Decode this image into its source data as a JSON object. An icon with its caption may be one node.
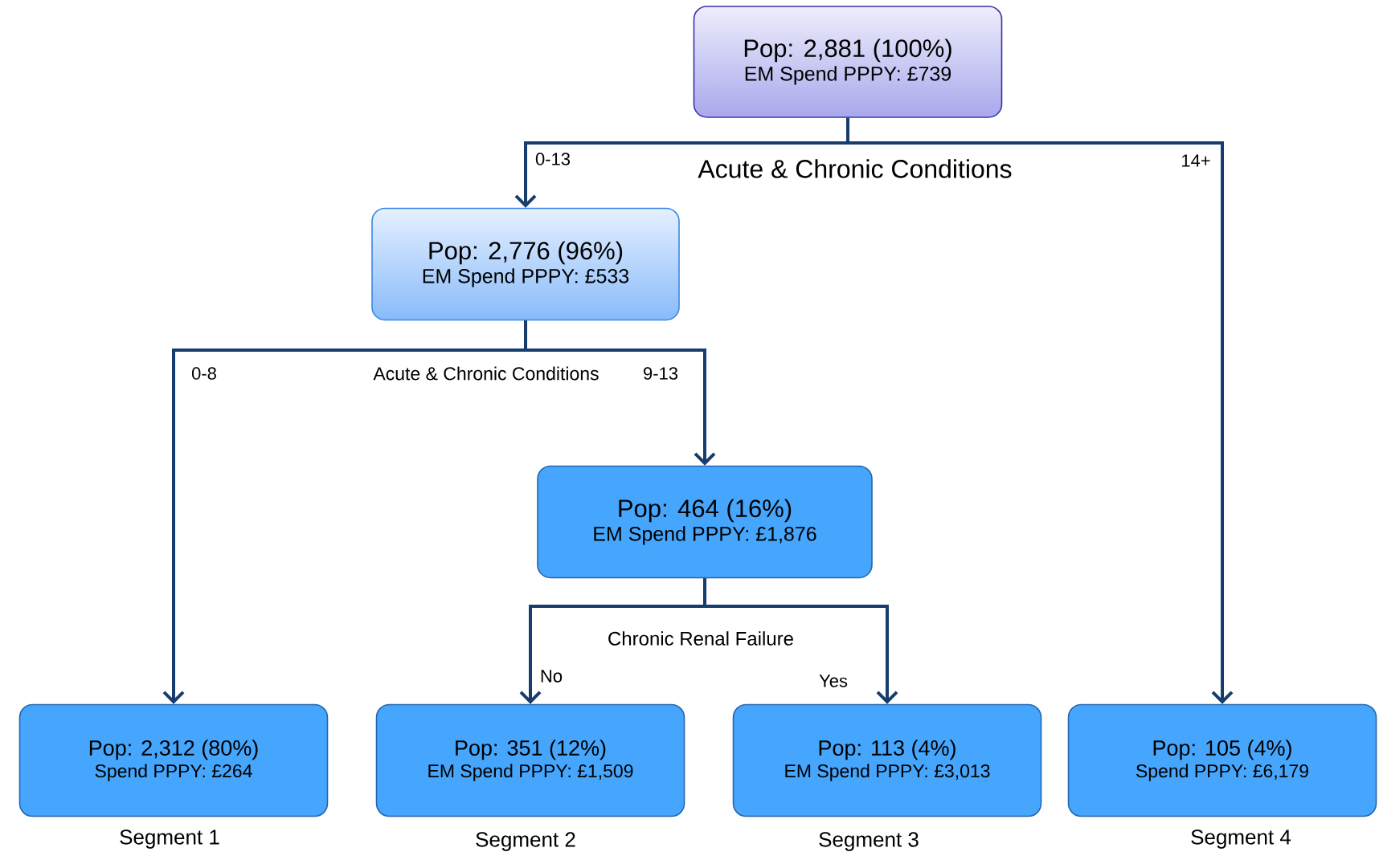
{
  "diagram": {
    "nodes": [
      {
        "text": [
          "Pop: 2,881 (100%)",
          "EM Spend PPPY: £739"
        ]
      },
      {
        "text": [
          "Pop: 2,776 (96%)",
          "EM Spend PPPY: £533"
        ]
      },
      {
        "text": [
          "Pop: 464 (16%)",
          "EM Spend PPPY: £1,876"
        ]
      },
      {
        "text": [
          "Pop: 2,312 (80%)",
          "Spend PPPY: £264"
        ],
        "beside": [
          "Segment 1"
        ]
      },
      {
        "text": [
          "Pop: 351 (12%)",
          "EM Spend PPPY: £1,509"
        ],
        "beside": [
          "Segment 2"
        ]
      },
      {
        "text": [
          "Pop: 113 (4%)",
          "EM Spend PPPY: £3,013"
        ],
        "beside": [
          "Segment 3"
        ]
      },
      {
        "text": [
          "Pop: 105 (4%)",
          "Spend PPPY: £6,179"
        ],
        "beside": [
          "Segment 4"
        ]
      }
    ],
    "edges": [
      {
        "from": 0,
        "to": 1,
        "arrow": "to",
        "label": "0-13"
      },
      {
        "from": 0,
        "to": 6,
        "arrow": "to",
        "label": "14+"
      },
      {
        "from": 1,
        "to": 3,
        "arrow": "to",
        "label": "0-8"
      },
      {
        "from": 1,
        "to": 2,
        "arrow": "to",
        "label": "9-13"
      },
      {
        "from": 2,
        "to": 4,
        "arrow": "to",
        "label": "No"
      },
      {
        "from": 2,
        "to": 5,
        "arrow": "to",
        "label": "Yes"
      }
    ],
    "labels": [
      "Acute & Chronic Conditions",
      "Acute & Chronic Conditions",
      "Chronic Renal Failure"
    ]
  }
}
